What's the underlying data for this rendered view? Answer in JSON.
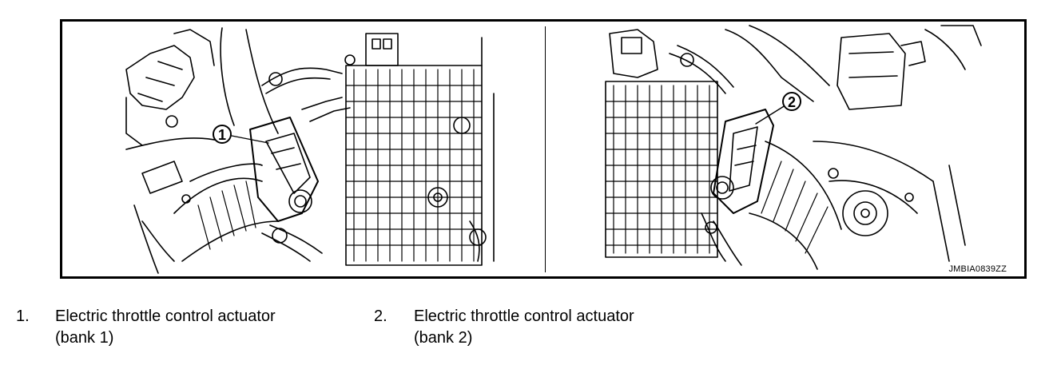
{
  "figure": {
    "code": "JMBIA0839ZZ",
    "callouts": [
      "1",
      "2"
    ]
  },
  "legend": [
    {
      "number": "1.",
      "line1": "Electric throttle control actuator",
      "line2": "(bank 1)"
    },
    {
      "number": "2.",
      "line1": "Electric throttle control actuator",
      "line2": "(bank 2)"
    }
  ]
}
